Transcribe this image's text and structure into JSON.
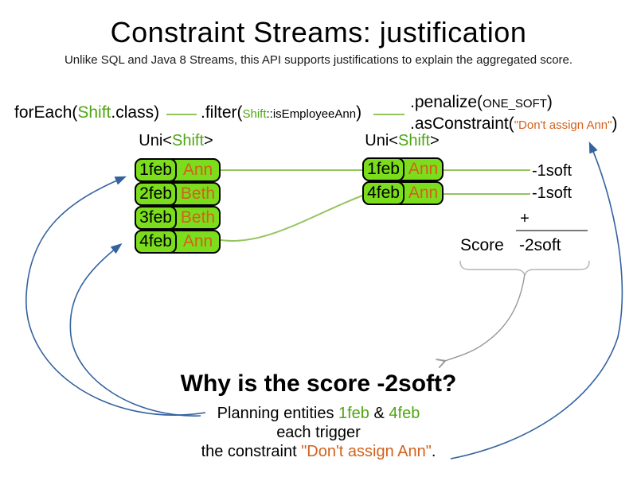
{
  "title": "Constraint Streams: justification",
  "subtitle": "Unlike SQL and Java 8 Streams, this API supports justifications to explain the aggregated score.",
  "pipeline": {
    "foreach": {
      "pre": "forEach(",
      "cls": "Shift",
      "post": ".class)"
    },
    "filter": {
      "pre": ".filter(",
      "cls": "Shift",
      "method": "::isEmployeeAnn",
      "post": ")"
    },
    "penalize": {
      "pre": ".penalize(",
      "arg": "ONE_SOFT",
      "post": ")"
    },
    "as_constraint": {
      "pre": ".asConstraint(",
      "arg": "\"Don't assign Ann\"",
      "post": ")"
    }
  },
  "left_stream": {
    "type": {
      "pre": "Uni<",
      "name": "Shift",
      "post": ">"
    },
    "rows": [
      {
        "date": "1feb",
        "employee": "Ann"
      },
      {
        "date": "2feb",
        "employee": "Beth"
      },
      {
        "date": "3feb",
        "employee": "Beth"
      },
      {
        "date": "4feb",
        "employee": "Ann"
      }
    ]
  },
  "right_stream": {
    "type": {
      "pre": "Uni<",
      "name": "Shift",
      "post": ">"
    },
    "rows": [
      {
        "date": "1feb",
        "employee": "Ann"
      },
      {
        "date": "4feb",
        "employee": "Ann"
      }
    ]
  },
  "score_panel": {
    "penalties": [
      "-1soft",
      "-1soft"
    ],
    "plus": "+",
    "score_label": "Score",
    "total": "-2soft"
  },
  "why": {
    "heading": "Why is the score -2soft?",
    "line1": {
      "pre": "Planning entities ",
      "entity1": "1feb",
      "amp": " & ",
      "entity2": "4feb"
    },
    "line2": "each trigger",
    "line3": {
      "pre": "the constraint ",
      "quote": "\"Don't assign Ann\"",
      "post": "."
    }
  },
  "colors": {
    "box-green": "#7bdd1c",
    "green-text": "#4fa613",
    "line-green": "#94c45e",
    "orange": "#d4611c",
    "blue": "#33629f",
    "gray-line": "#7a7a7a",
    "gray-light": "#b4b4b4",
    "gray-arrow": "#999999"
  }
}
